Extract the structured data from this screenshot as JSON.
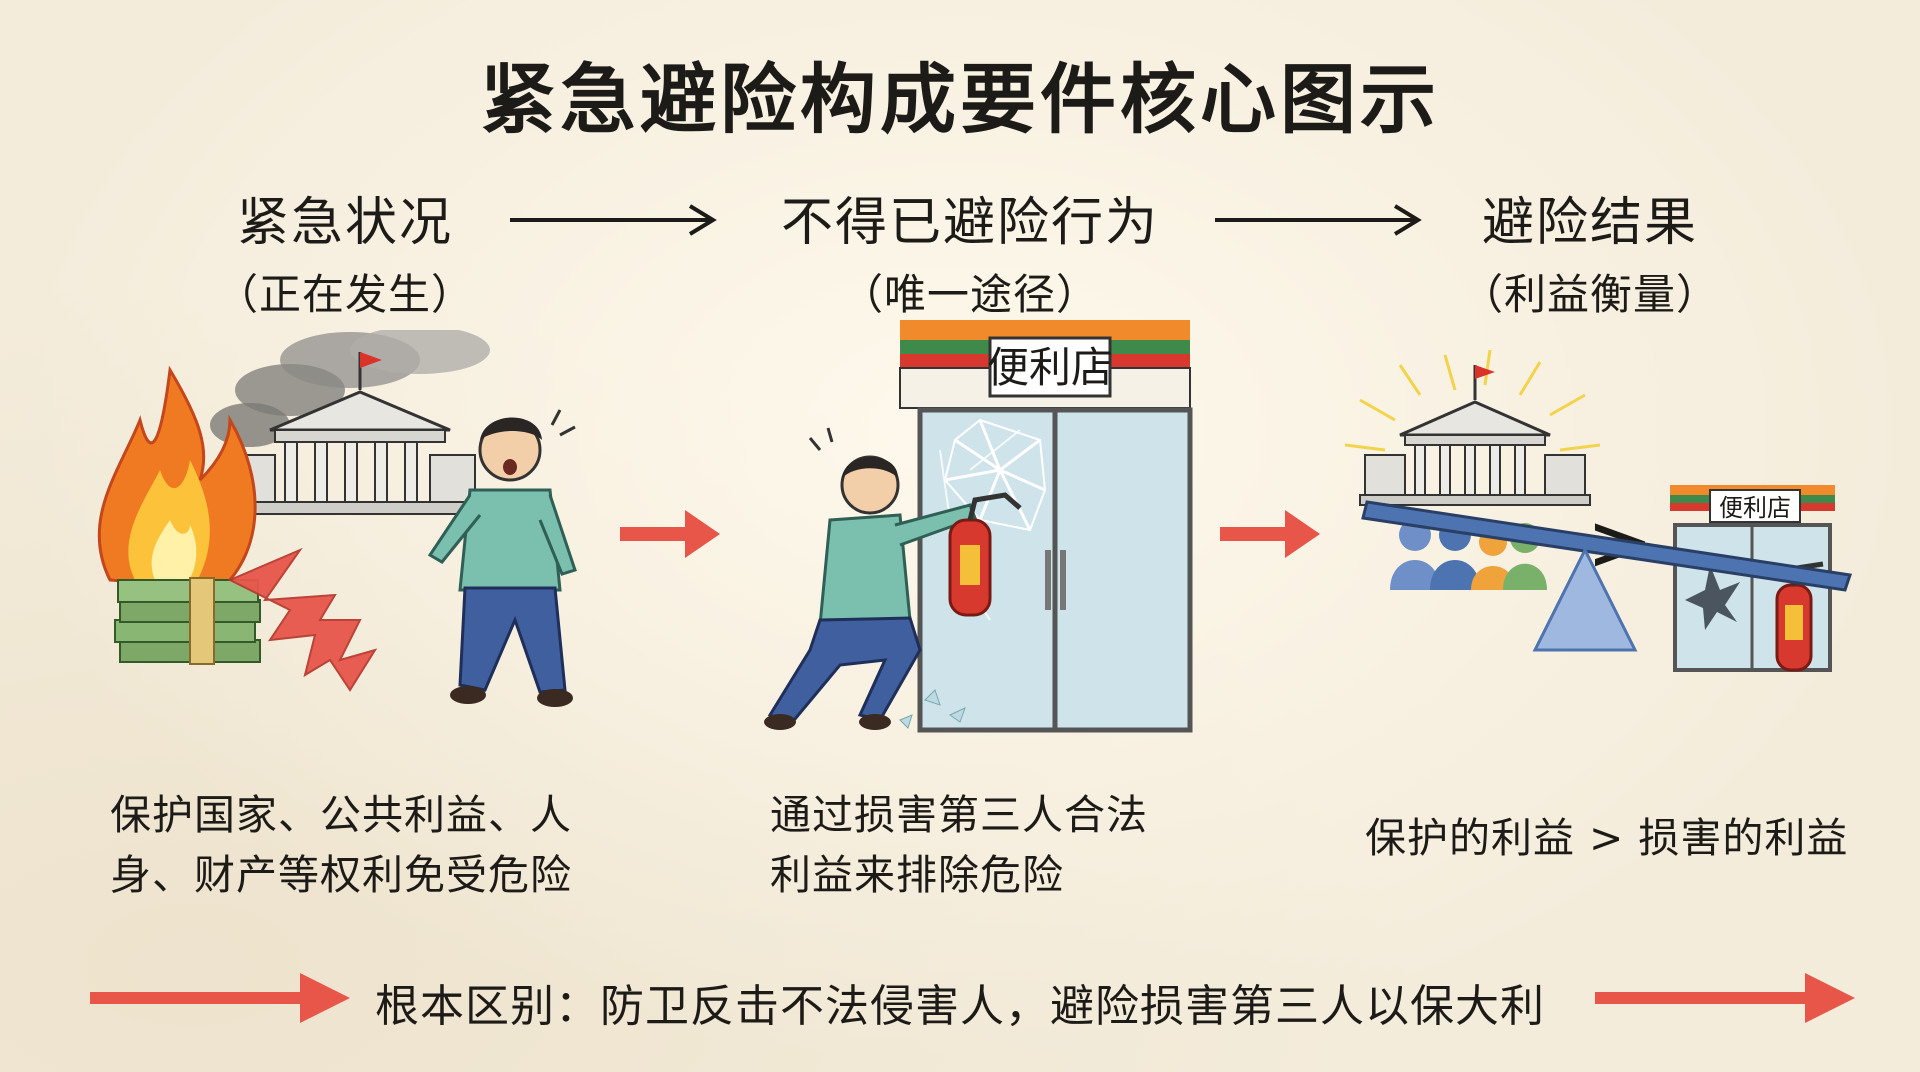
{
  "title": "紧急避险构成要件核心图示",
  "stages": [
    {
      "heading": "紧急状况",
      "subheading": "（正在发生）",
      "description_lines": [
        "保护国家、公共利益、人",
        "身、财产等权利免受危险"
      ]
    },
    {
      "heading": "不得已避险行为",
      "subheading": "（唯一途径）",
      "description_lines": [
        "通过损害第三人合法",
        "利益来排除危险"
      ]
    },
    {
      "heading": "避险结果",
      "subheading": "（利益衡量）",
      "description_lines": [
        "保护的利益 > 损害的利益"
      ]
    }
  ],
  "store_sign_large": "便利店",
  "store_sign_small": "便利店",
  "comparison_symbol": ">",
  "bottom_note": "根本区别：防卫反击不法侵害人，避险损害第三人以保大利",
  "colors": {
    "arrow_red": "#e8564a",
    "fire_orange": "#f08a2a",
    "shirt_teal": "#7bbfae",
    "pants_blue": "#3f5f9e",
    "seesaw_blue": "#4d74b0",
    "extinguisher_red": "#d8392f"
  },
  "icons": [
    "fire-icon",
    "smoke-icon",
    "government-building-icon",
    "worried-man-icon",
    "money-stack-icon",
    "downward-zigzag-arrow-icon",
    "convenience-store-icon",
    "man-breaking-glass-icon",
    "fire-extinguisher-icon",
    "scale-seesaw-icon",
    "people-group-icon"
  ]
}
